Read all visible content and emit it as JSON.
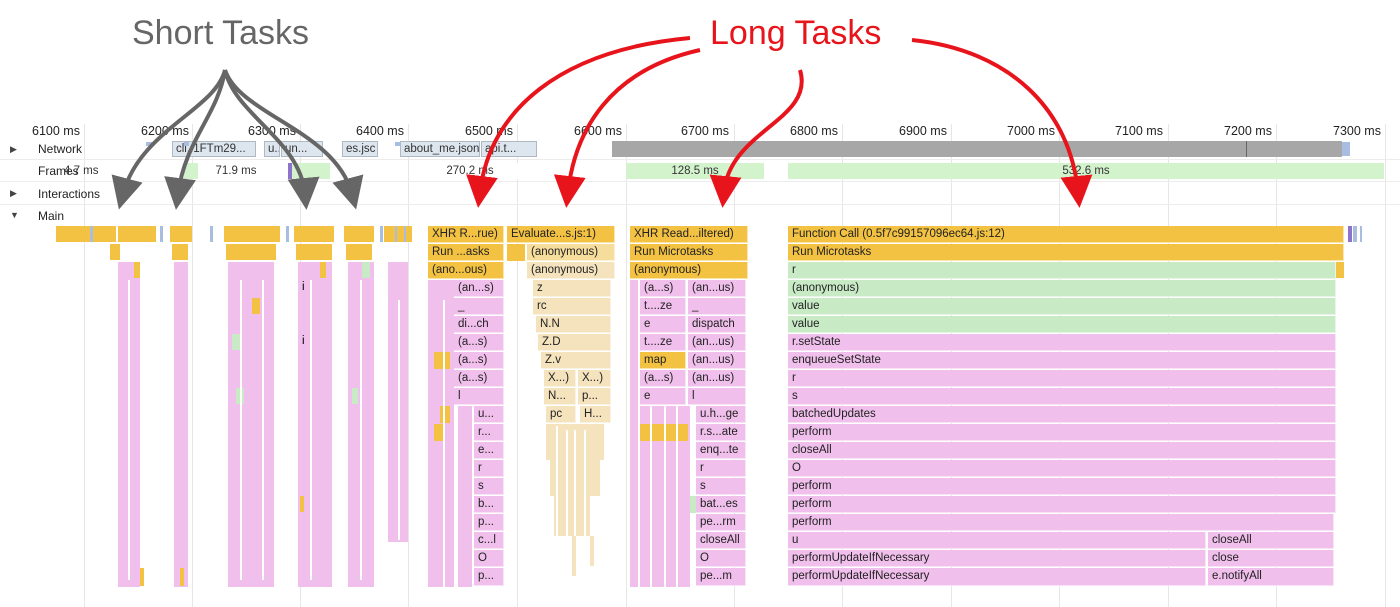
{
  "annotations": {
    "short_tasks": "Short Tasks",
    "long_tasks": "Long Tasks",
    "short_color": "#666666",
    "long_color": "#e8141c"
  },
  "ruler": {
    "ticks": [
      "6100 ms",
      "6200 ms",
      "6300 ms",
      "6400 ms",
      "6500 ms",
      "6600 ms",
      "6700 ms",
      "6800 ms",
      "6900 ms",
      "7000 ms",
      "7100 ms",
      "7200 ms",
      "7300 ms"
    ]
  },
  "tracks": {
    "network": "Network",
    "frames": "Frames",
    "interactions": "Interactions",
    "main": "Main"
  },
  "network_requests": [
    "cli..1FTm29...",
    "u...",
    "un...",
    "es.jsc",
    "about_me.json",
    "api.t..."
  ],
  "frames": [
    "4.7 ms",
    "71.9 ms",
    "270.2 ms",
    "128.5 ms",
    "532.6 ms"
  ],
  "task1": {
    "col_a": [
      "XHR R...rue)",
      "Run ...asks",
      "(ano...ous)",
      "(an...s)",
      "_",
      "di...ch",
      "(a...s)",
      "(a...s)",
      "(a...s)",
      "l"
    ],
    "col_b": [
      "u...",
      "r...",
      "e...",
      "r",
      "s",
      "b...",
      "p...",
      "c...l",
      "O",
      "p..."
    ]
  },
  "task2": {
    "col_a": [
      "Evaluate...s.js:1)",
      "(anonymous)",
      "(anonymous)",
      "z",
      "rc",
      "N.N",
      "Z.D",
      "Z.v",
      "X...)",
      "N...",
      "pc"
    ],
    "col_b": [
      "X...)",
      "p...",
      "H..."
    ]
  },
  "task3": {
    "col_a": [
      "XHR Read...iltered)",
      "Run Microtasks",
      "(anonymous)",
      "(a...s)",
      "t....ze",
      "e",
      "t....ze",
      "map",
      "(a...s)",
      "e"
    ],
    "col_b": [
      "(an...us)",
      "_",
      "dispatch",
      "(an...us)",
      "(an...us)",
      "(an...us)",
      "l",
      "u.h...ge",
      "r.s...ate",
      "enq...te",
      "r",
      "s",
      "bat...es",
      "pe...rm",
      "closeAll",
      "O",
      "pe...m"
    ]
  },
  "task4": {
    "stack": [
      "Function Call (0.5f7c99157096ec64.js:12)",
      "Run Microtasks",
      "r",
      "(anonymous)",
      "value",
      "value",
      "r.setState",
      "enqueueSetState",
      "r",
      "s",
      "batchedUpdates",
      "perform",
      "closeAll",
      "O",
      "perform",
      "perform",
      "perform",
      "u",
      "performUpdateIfNecessary",
      "performUpdateIfNecessary"
    ],
    "right": [
      "closeAll",
      "close",
      "e.notifyAll"
    ]
  },
  "short_task_labels": [
    "i",
    "i"
  ]
}
